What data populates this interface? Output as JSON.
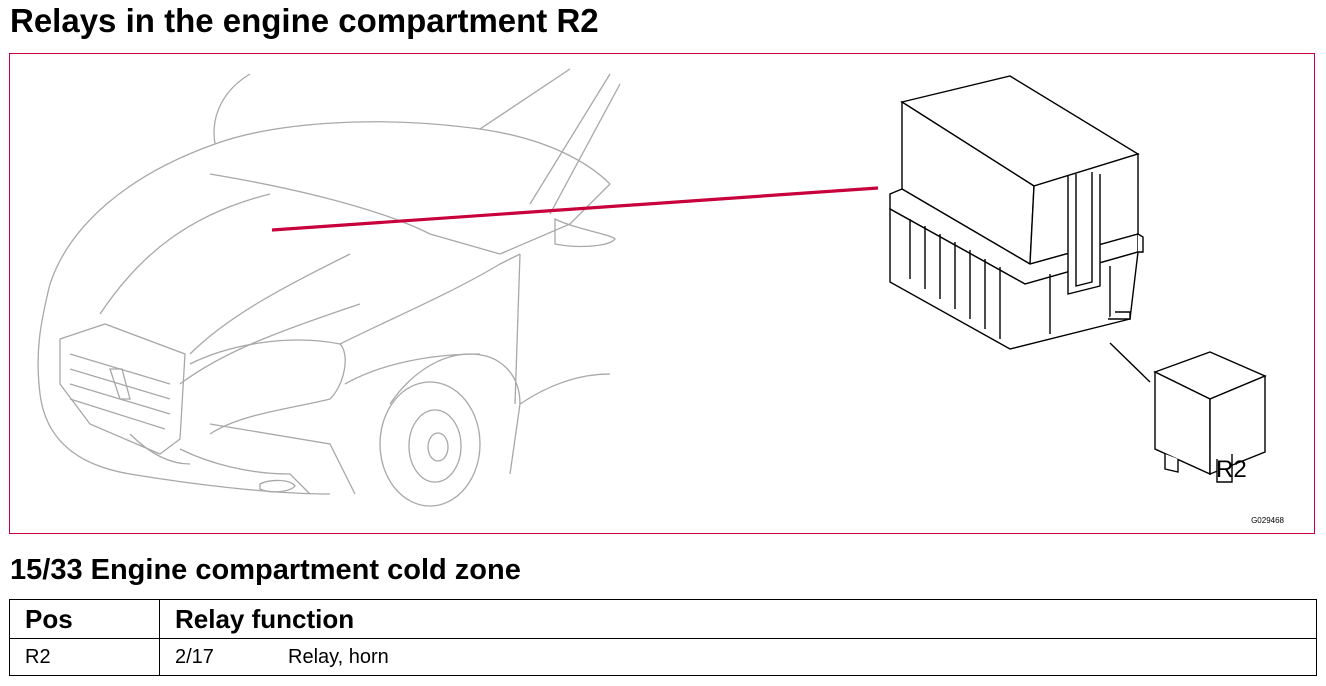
{
  "page": {
    "title": "Relays in the engine compartment R2",
    "section_title": "15/33 Engine compartment cold zone"
  },
  "figure": {
    "relay_label": "R2",
    "figure_code": "G029468",
    "highlight_color": "#c8003c"
  },
  "table": {
    "headers": {
      "pos": "Pos",
      "function": "Relay function"
    },
    "rows": [
      {
        "pos": "R2",
        "code": "2/17",
        "function": "Relay, horn"
      }
    ]
  }
}
